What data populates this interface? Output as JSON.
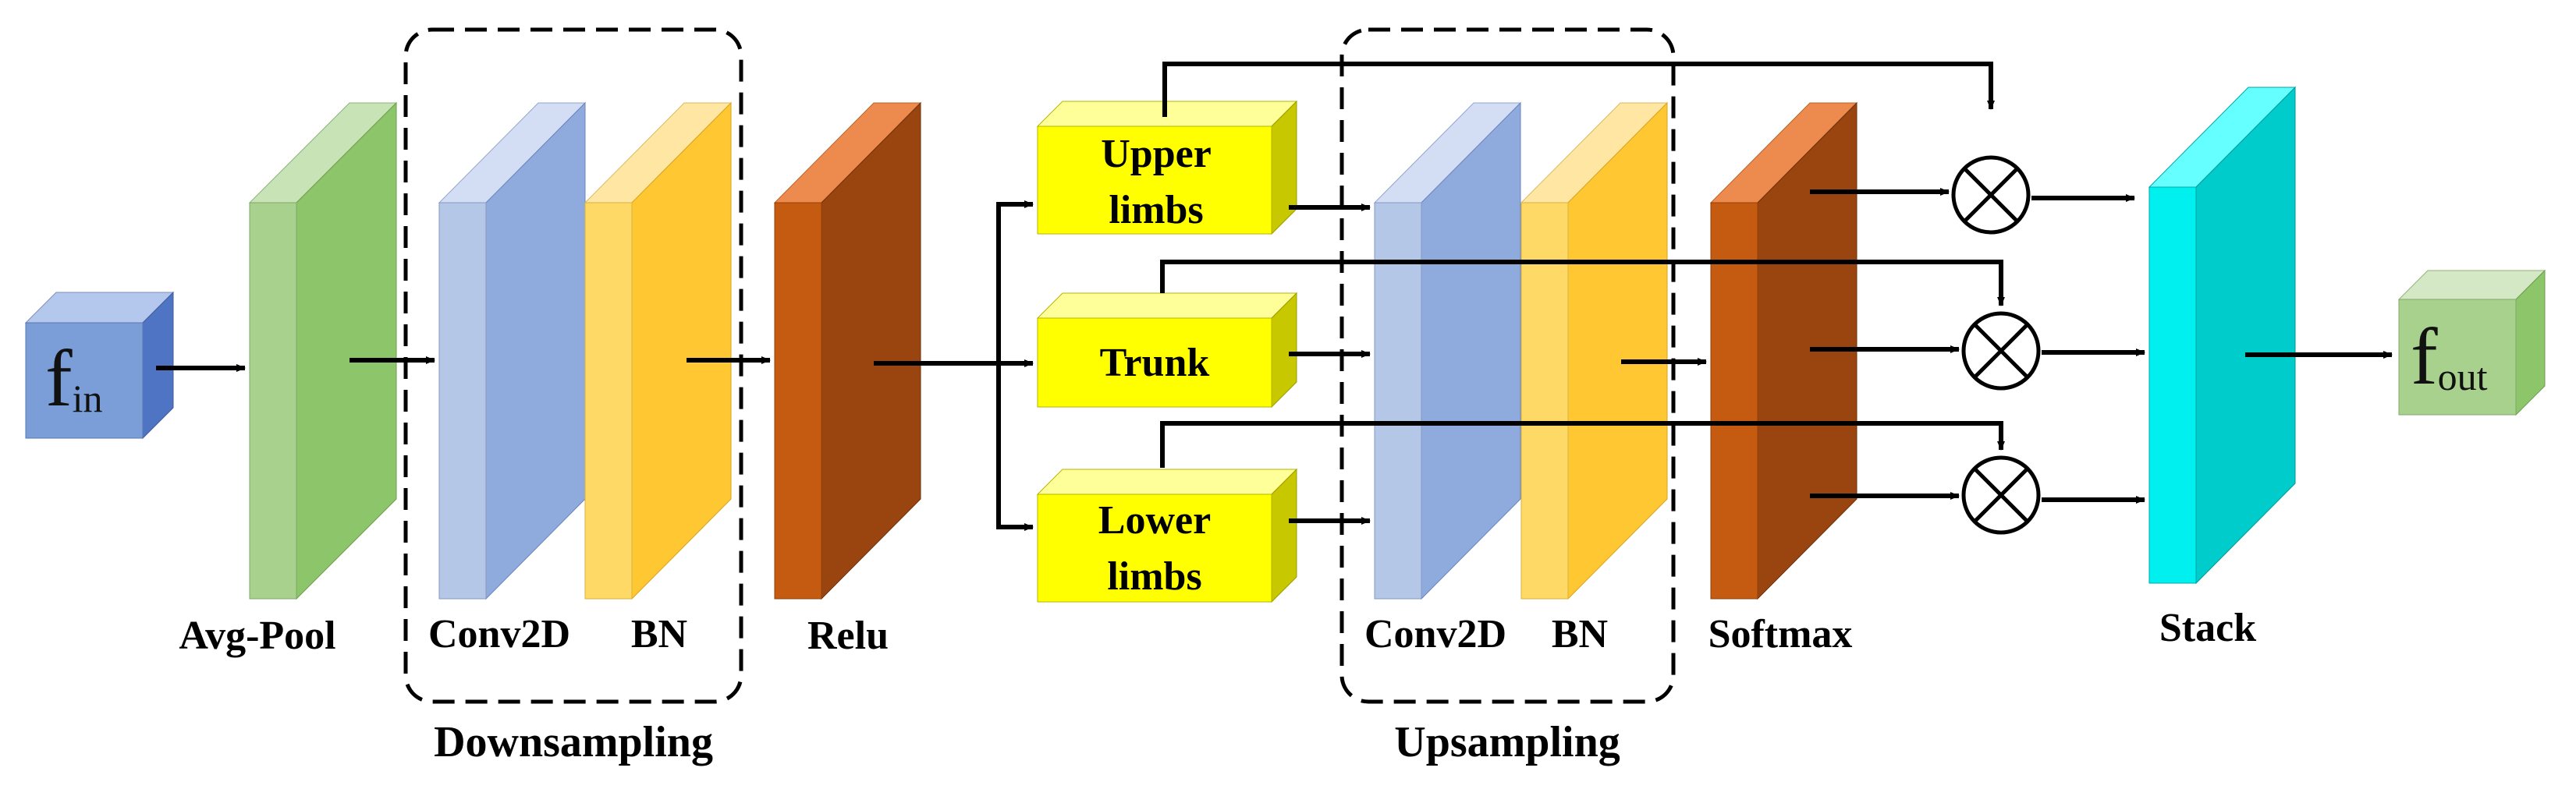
{
  "diagram": {
    "input": {
      "main": "f",
      "sub": "in"
    },
    "output": {
      "main": "f",
      "sub": "out"
    },
    "layers": {
      "avg_pool": "Avg-Pool",
      "conv2d_down": "Conv2D",
      "bn_down": "BN",
      "relu": "Relu",
      "conv2d_up": "Conv2D",
      "bn_up": "BN",
      "softmax": "Softmax",
      "stack": "Stack"
    },
    "groups": {
      "downsampling": "Downsampling",
      "upsampling": "Upsampling"
    },
    "branches": {
      "upper_line1": "Upper",
      "upper_line2": "limbs",
      "trunk": "Trunk",
      "lower_line1": "Lower",
      "lower_line2": "limbs"
    },
    "operators": {
      "multiply": "⊗"
    },
    "colors": {
      "input_block": "#7b9ed8",
      "avg_pool": "#8cc56a",
      "conv2d": "#8faadc",
      "bn": "#ffc832",
      "relu_softmax": "#9a4410",
      "branch": "#ffff00",
      "stack": "#00cccc",
      "output_block": "#a9d18e"
    }
  }
}
